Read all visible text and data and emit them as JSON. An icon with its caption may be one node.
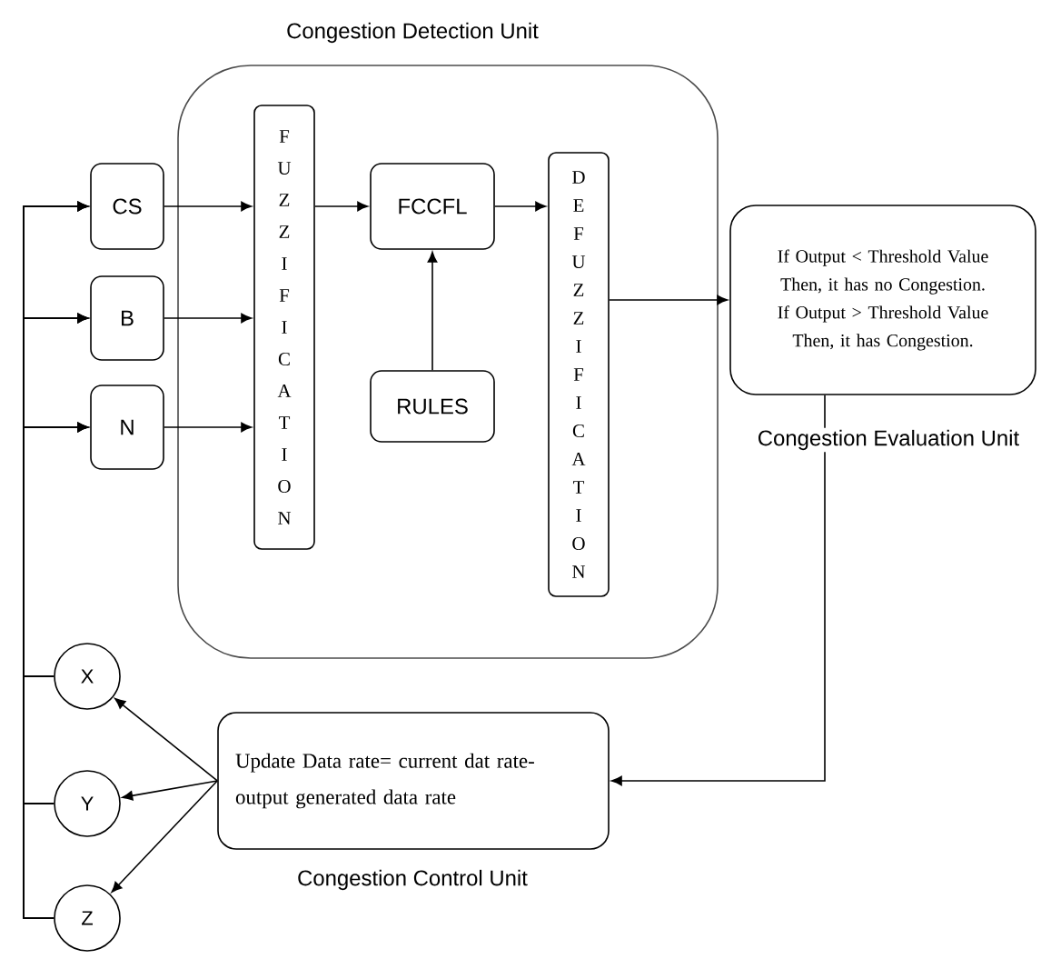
{
  "diagram": {
    "nodes": [
      {
        "text": [
          "Congestion Detection Unit"
        ]
      },
      {
        "text": [
          "FUZZIFICATION"
        ],
        "in": 0
      },
      {
        "text": [
          "FCCFL"
        ],
        "in": 0
      },
      {
        "text": [
          "RULES"
        ],
        "in": 0
      },
      {
        "text": [
          "DEFUZZIFICATION"
        ],
        "in": 0
      },
      {
        "text": [
          "CS"
        ]
      },
      {
        "text": [
          "B"
        ]
      },
      {
        "text": [
          "N"
        ]
      },
      {
        "text": [
          "If Output < Threshold Value Then, it has no Congestion.",
          "If Output > Threshold Value Then, it has Congestion."
        ],
        "beside": [
          "Congestion Evaluation Unit"
        ]
      },
      {
        "text": [
          "Update Data rate= current dat rate- output generated data rate"
        ],
        "beside": [
          "Congestion Control Unit"
        ]
      },
      {
        "text": [
          "X"
        ]
      },
      {
        "text": [
          "Y"
        ]
      },
      {
        "text": [
          "Z"
        ]
      }
    ],
    "edges": [
      {
        "from": 5,
        "to": 1,
        "arrow": "to"
      },
      {
        "from": 6,
        "to": 1,
        "arrow": "to"
      },
      {
        "from": 7,
        "to": 1,
        "arrow": "to"
      },
      {
        "from": 1,
        "to": 2,
        "arrow": "to"
      },
      {
        "from": 3,
        "to": 2,
        "arrow": "to"
      },
      {
        "from": 2,
        "to": 4,
        "arrow": "to"
      },
      {
        "from": 4,
        "to": 8,
        "arrow": "to"
      },
      {
        "from": 8,
        "to": 9,
        "arrow": "to"
      },
      {
        "from": 9,
        "to": 10,
        "arrow": "to"
      },
      {
        "from": 9,
        "to": 11,
        "arrow": "to"
      },
      {
        "from": 9,
        "to": 12,
        "arrow": "to"
      },
      {
        "from": 10,
        "to": 5,
        "arrow": "to"
      },
      {
        "from": 10,
        "to": 6,
        "arrow": "to"
      },
      {
        "from": 10,
        "to": 7,
        "arrow": "to"
      },
      {
        "from": 11,
        "to": 5,
        "arrow": "to"
      },
      {
        "from": 11,
        "to": 6,
        "arrow": "to"
      },
      {
        "from": 11,
        "to": 7,
        "arrow": "to"
      },
      {
        "from": 12,
        "to": 5,
        "arrow": "to"
      },
      {
        "from": 12,
        "to": 6,
        "arrow": "to"
      },
      {
        "from": 12,
        "to": 7,
        "arrow": "to"
      }
    ]
  }
}
